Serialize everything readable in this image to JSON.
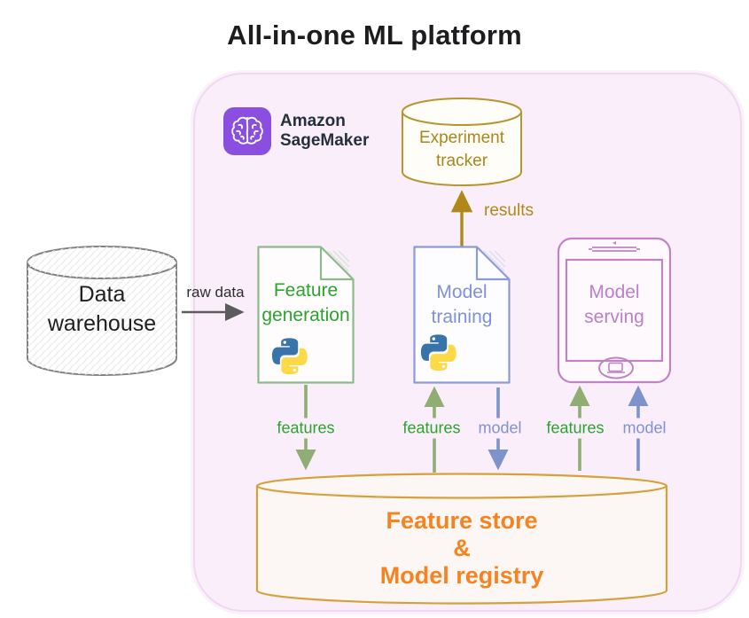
{
  "title": "All-in-one ML platform",
  "platform": {
    "name": "Amazon SageMaker platform container",
    "logo": {
      "icon": "sagemaker-brain-icon",
      "brand_line1": "Amazon",
      "brand_line2": "SageMaker"
    },
    "colors": {
      "container_fill": "#f9eefa",
      "container_border": "#f1d8f1",
      "logo_purple": "#8a4fe0",
      "logo_text": "#26303d"
    }
  },
  "nodes": {
    "experiment_tracker": {
      "type": "cylinder",
      "lines": [
        "Experiment",
        "tracker"
      ],
      "color": "#a8871c",
      "stroke": "#b8952f"
    },
    "data_warehouse": {
      "type": "cylinder",
      "lines": [
        "Data",
        "warehouse"
      ],
      "color": "#1f1f1f",
      "stroke": "#828282"
    },
    "feature_generation": {
      "type": "document",
      "lines": [
        "Feature",
        "generation"
      ],
      "color": "#2ca32c",
      "stroke": "#8cba8c",
      "badge": "python-logo-icon"
    },
    "model_training": {
      "type": "document",
      "lines": [
        "Model",
        "training"
      ],
      "color": "#8191d6",
      "stroke": "#8c9ad8",
      "badge": "python-logo-icon"
    },
    "model_serving": {
      "type": "tablet-device",
      "lines": [
        "Model",
        "serving"
      ],
      "color": "#bd7fc7",
      "stroke": "#c183c5"
    },
    "feature_store": {
      "type": "cylinder",
      "lines": [
        "Feature store",
        "&",
        "Model registry"
      ],
      "color": "#f5831f",
      "stroke": "#d4a13b"
    }
  },
  "edges": {
    "raw_data": {
      "label": "raw data",
      "from": "data_warehouse",
      "to": "feature_generation",
      "color": "#5c5c5c"
    },
    "results": {
      "label": "results",
      "from": "model_training",
      "to": "experiment_tracker",
      "color": "#b0881a"
    },
    "features_gen_to_store": {
      "label": "features",
      "from": "feature_generation",
      "to": "feature_store",
      "color": "#8fae74"
    },
    "features_store_to_training": {
      "label": "features",
      "from": "feature_store",
      "to": "model_training",
      "color": "#8fae74"
    },
    "model_training_to_store": {
      "label": "model",
      "from": "model_training",
      "to": "feature_store",
      "color": "#7e92cc"
    },
    "features_store_to_serving": {
      "label": "features",
      "from": "feature_store",
      "to": "model_serving",
      "color": "#8fae74"
    },
    "model_store_to_serving": {
      "label": "model",
      "from": "feature_store",
      "to": "model_serving",
      "color": "#7e92cc"
    }
  },
  "python_logo_colors": {
    "blue": "#3873a9",
    "yellow": "#fed947"
  }
}
